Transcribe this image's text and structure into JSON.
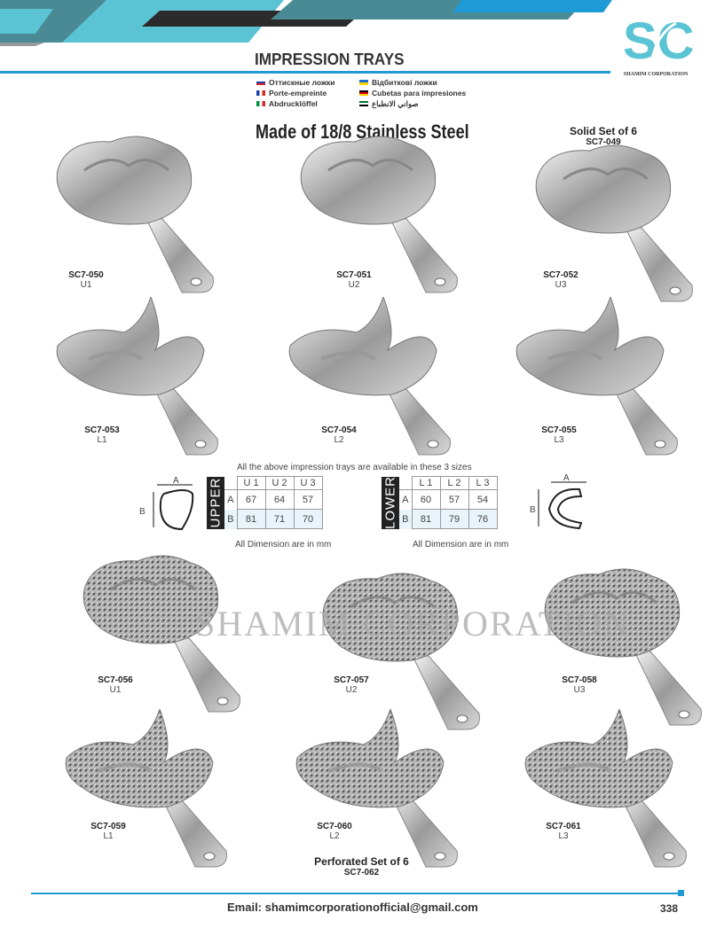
{
  "header": {
    "title": "IMPRESSION TRAYS",
    "brand": "SHAMIM CORPORATION",
    "logo_letters": "SC",
    "languages": [
      {
        "flag": "ru",
        "text": "Оттискные ложки"
      },
      {
        "flag": "fr",
        "text": "Porte-empreinte"
      },
      {
        "flag": "it",
        "text": "Abdrucklöffel"
      },
      {
        "flag": "ua",
        "text": "Відбиткові ложки"
      },
      {
        "flag": "de",
        "text": "Cubetas para impresiones"
      },
      {
        "flag": "ae",
        "text": "صواني الانطباع"
      }
    ]
  },
  "material": "Made of 18/8 Stainless Steel",
  "solid_set": {
    "label": "Solid  Set of 6",
    "code": "SC7-049"
  },
  "perforated_set": {
    "label": "Perforated Set of 6",
    "code": "SC7-062"
  },
  "trays": [
    {
      "code": "SC7-050",
      "size": "U1",
      "type": "upper",
      "perforated": false
    },
    {
      "code": "SC7-051",
      "size": "U2",
      "type": "upper",
      "perforated": false
    },
    {
      "code": "SC7-052",
      "size": "U3",
      "type": "upper",
      "perforated": false
    },
    {
      "code": "SC7-053",
      "size": "L1",
      "type": "lower",
      "perforated": false
    },
    {
      "code": "SC7-054",
      "size": "L2",
      "type": "lower",
      "perforated": false
    },
    {
      "code": "SC7-055",
      "size": "L3",
      "type": "lower",
      "perforated": false
    },
    {
      "code": "SC7-056",
      "size": "U1",
      "type": "upper",
      "perforated": true
    },
    {
      "code": "SC7-057",
      "size": "U2",
      "type": "upper",
      "perforated": true
    },
    {
      "code": "SC7-058",
      "size": "U3",
      "type": "upper",
      "perforated": true
    },
    {
      "code": "SC7-059",
      "size": "L1",
      "type": "lower",
      "perforated": true
    },
    {
      "code": "SC7-060",
      "size": "L2",
      "type": "lower",
      "perforated": true
    },
    {
      "code": "SC7-061",
      "size": "L3",
      "type": "lower",
      "perforated": true
    }
  ],
  "sizes": {
    "caption": "All the above impression trays are available in these 3 sizes",
    "dim_a": "A",
    "dim_b": "B",
    "upper": {
      "label": "UPPER",
      "cols": [
        "U 1",
        "U 2",
        "U 3"
      ],
      "rows": [
        {
          "k": "A",
          "v": [
            "67",
            "64",
            "57"
          ]
        },
        {
          "k": "B",
          "v": [
            "81",
            "71",
            "70"
          ]
        }
      ],
      "note": "All Dimension are in mm"
    },
    "lower": {
      "label": "LOWER",
      "cols": [
        "L 1",
        "L 2",
        "L 3"
      ],
      "rows": [
        {
          "k": "A",
          "v": [
            "60",
            "57",
            "54"
          ]
        },
        {
          "k": "B",
          "v": [
            "81",
            "79",
            "76"
          ]
        }
      ],
      "note": "All Dimension are in mm"
    }
  },
  "watermark": "SHAMIM CORPORATION",
  "footer": {
    "email": "Email: shamimcorporationofficial@gmail.com",
    "page": "338"
  },
  "colors": {
    "accent": "#1e9ad6",
    "teal": "#5bc4d4",
    "dark": "#2b2b2b"
  }
}
